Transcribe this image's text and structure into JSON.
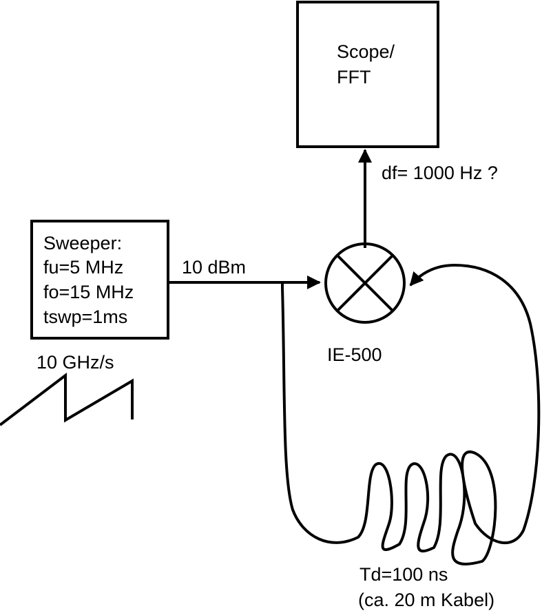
{
  "scope": {
    "line1": "Scope/",
    "line2": "FFT"
  },
  "output_label": "df= 1000 Hz ?",
  "sweeper": {
    "title": "Sweeper:",
    "fu": "fu=5 MHz",
    "fo": "fo=15 MHz",
    "tswp": "tswp=1ms"
  },
  "sweep_rate": "10 GHz/s",
  "input_level": "10 dBm",
  "mixer": {
    "label": "IE-500"
  },
  "delay": {
    "line1": "Td=100 ns",
    "line2": "(ca. 20 m Kabel)"
  }
}
